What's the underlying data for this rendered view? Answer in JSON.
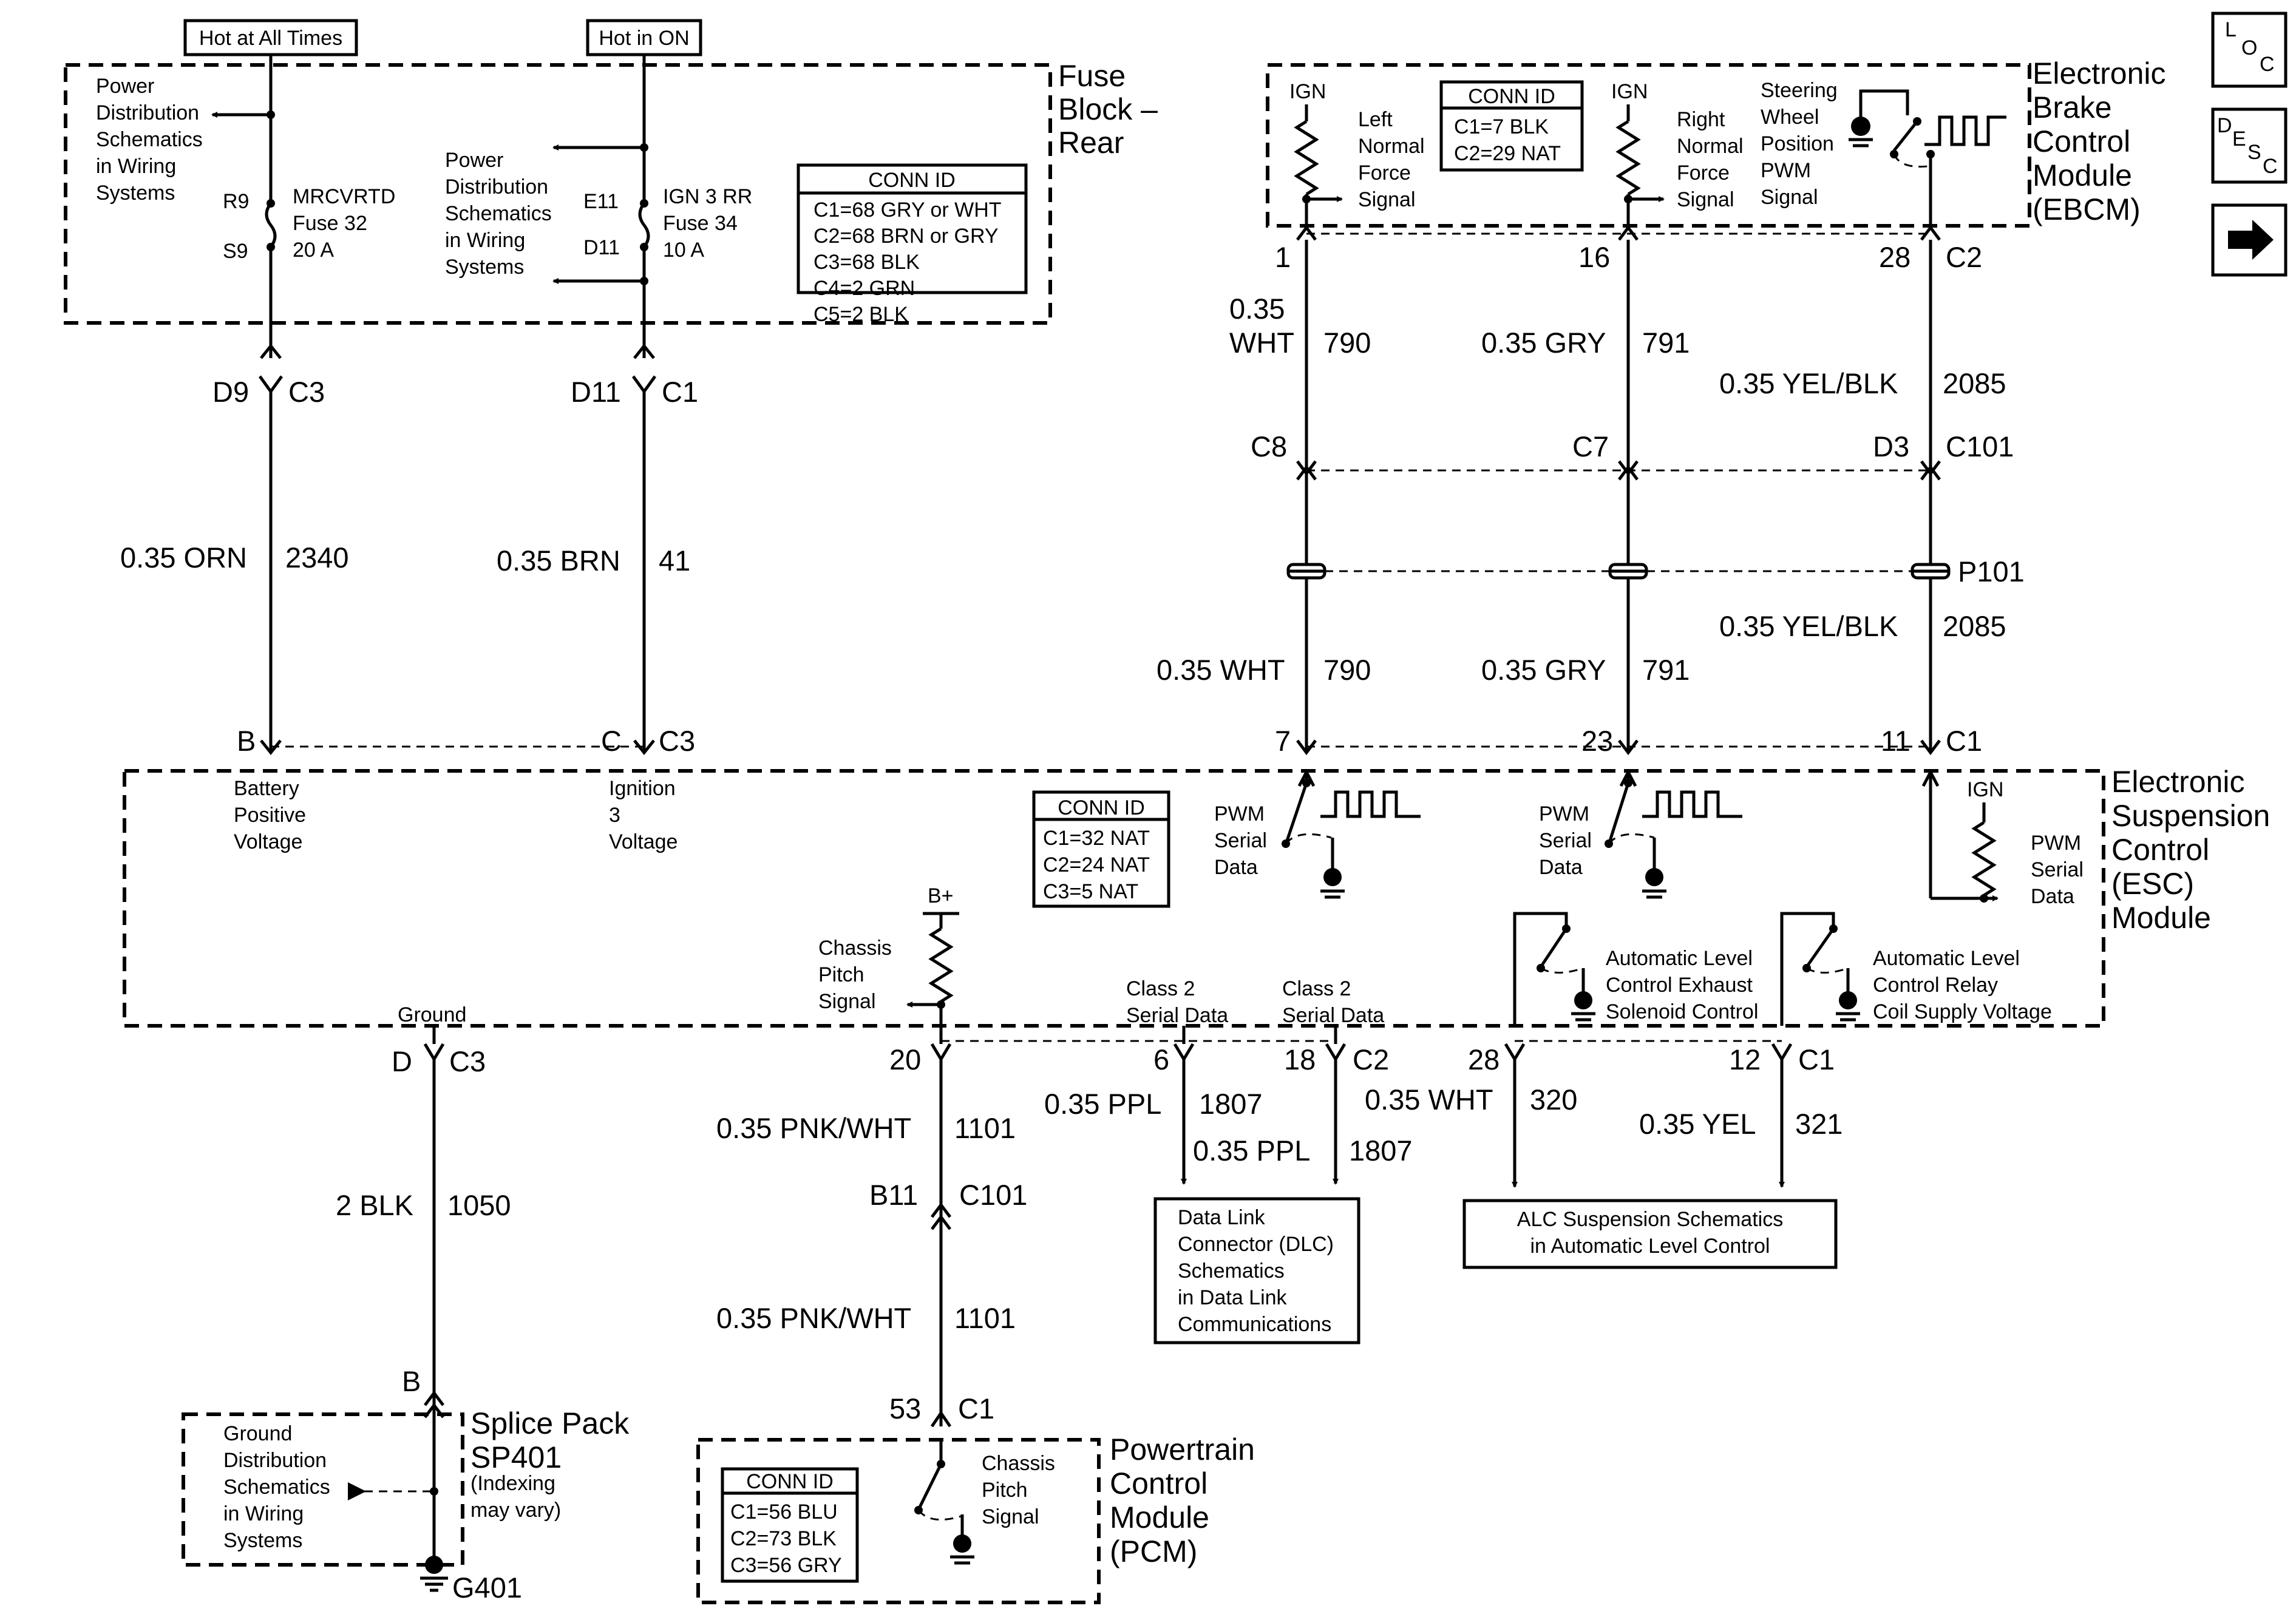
{
  "labels": {
    "hot_at_all_times": "Hot at All Times",
    "hot_in_on": "Hot in ON",
    "fuse_block_title": [
      "Fuse",
      "Block –",
      "Rear"
    ],
    "pds_left": [
      "Power",
      "Distribution",
      "Schematics",
      "in Wiring",
      "Systems"
    ],
    "pds_mid": [
      "Power",
      "Distribution",
      "Schematics",
      "in Wiring",
      "Systems"
    ],
    "r9": "R9",
    "s9": "S9",
    "e11": "E11",
    "d11_fuse": "D11",
    "fuse32": [
      "MRCVRTD",
      "Fuse 32",
      "20 A"
    ],
    "fuse34": [
      "IGN 3 RR",
      "Fuse 34",
      "10 A"
    ],
    "fuse_conn_title": "CONN ID",
    "fuse_conn": [
      "C1=68 GRY or WHT",
      "C2=68 BRN or GRY",
      "C3=68 BLK",
      "C4=2 GRN",
      "C5=2 BLK"
    ],
    "ebcm_title": [
      "Electronic",
      "Brake",
      "Control",
      "Module",
      "(EBCM)"
    ],
    "ebcm_conn_title": "CONN ID",
    "ebcm_conn": [
      "C1=7 BLK",
      "C2=29 NAT"
    ],
    "ign": "IGN",
    "left_force": [
      "Left",
      "Normal",
      "Force",
      "Signal"
    ],
    "right_force": [
      "Right",
      "Normal",
      "Force",
      "Signal"
    ],
    "steering": [
      "Steering",
      "Wheel",
      "Position",
      "PWM",
      "Signal"
    ],
    "ebcm_pins": [
      "1",
      "16",
      "28"
    ],
    "ebcm_c2": "C2",
    "w790_gauge": [
      "0.35",
      "WHT"
    ],
    "w790": "790",
    "w791_a": "0.35 GRY",
    "w791": "791",
    "w2085_a": "0.35 YEL/BLK",
    "w2085": "2085",
    "c8": "C8",
    "c7": "C7",
    "d3": "D3",
    "c101_upper": "C101",
    "p101": "P101",
    "w2085_b": "0.35 YEL/BLK",
    "w2085_b_num": "2085",
    "w790_b": "0.35 WHT",
    "w790_b_num": "790",
    "w791_b": "0.35 GRY",
    "w791_b_num": "791",
    "esc_pins": [
      "7",
      "23",
      "11"
    ],
    "esc_c1": "C1",
    "d9": "D9",
    "c3_a": "C3",
    "d11": "D11",
    "c1_a": "C1",
    "w2340_a": "0.35 ORN",
    "w2340": "2340",
    "w41_a": "0.35 BRN",
    "w41": "41",
    "pin_b": "B",
    "pin_c": "C",
    "c3_b": "C3",
    "battery": [
      "Battery",
      "Positive",
      "Voltage"
    ],
    "ignition": [
      "Ignition",
      "3",
      "Voltage"
    ],
    "esc_conn_title": "CONN ID",
    "esc_conn": [
      "C1=32 NAT",
      "C2=24 NAT",
      "C3=5 NAT"
    ],
    "pwm": [
      "PWM",
      "Serial",
      "Data"
    ],
    "esc_title": [
      "Electronic",
      "Suspension",
      "Control",
      "(ESC)",
      "Module"
    ],
    "bplus": "B+",
    "chassis_pitch": [
      "Chassis",
      "Pitch",
      "Signal"
    ],
    "ground": "Ground",
    "class2_a": [
      "Class 2",
      "Serial Data"
    ],
    "class2_b": [
      "Class 2",
      "Serial Data"
    ],
    "alc_exhaust": [
      "Automatic Level",
      "Control Exhaust",
      "Solenoid Control"
    ],
    "alc_relay": [
      "Automatic Level",
      "Control Relay",
      "Coil Supply Voltage"
    ],
    "pin_d": "D",
    "c3_c": "C3",
    "pin20": "20",
    "pin6": "6",
    "pin18": "18",
    "c2_b": "C2",
    "pin28": "28",
    "pin12": "12",
    "c1_b": "C1",
    "w1807_a": "0.35 PPL",
    "w1807_a_num": "1807",
    "w1807_b": "0.35 PPL",
    "w1807_b_num": "1807",
    "w320_a": "0.35 WHT",
    "w320": "320",
    "w321_a": "0.35 YEL",
    "w321": "321",
    "w1101_a": "0.35 PNK/WHT",
    "w1101_a_num": "1101",
    "b11": "B11",
    "c101_lower": "C101",
    "w1101_b": "0.35 PNK/WHT",
    "w1101_b_num": "1101",
    "w1050_a": "2 BLK",
    "w1050": "1050",
    "dlc": [
      "Data Link",
      "Connector (DLC)",
      "Schematics",
      "in Data Link",
      "Communications"
    ],
    "alc_ref": [
      "ALC Suspension Schematics",
      "in Automatic Level Control"
    ],
    "pin53": "53",
    "c1_pcm": "C1",
    "pcm_title": [
      "Powertrain",
      "Control",
      "Module",
      "(PCM)"
    ],
    "pcm_conn_title": "CONN ID",
    "pcm_conn": [
      "C1=56 BLU",
      "C2=73 BLK",
      "C3=56 GRY"
    ],
    "pcm_chassis": [
      "Chassis",
      "Pitch",
      "Signal"
    ],
    "splice_b": "B",
    "splice_title": [
      "Splice Pack",
      "SP401"
    ],
    "splice_note": [
      "(Indexing",
      "may vary)"
    ],
    "gnd_dist": [
      "Ground",
      "Distribution",
      "Schematics",
      "in Wiring",
      "Systems"
    ],
    "g401": "G401",
    "nav_loc": [
      "L",
      "O",
      "C"
    ],
    "nav_desc": [
      "D",
      "E",
      "S",
      "C"
    ],
    "nav_next_icon": "right-arrow-icon"
  }
}
